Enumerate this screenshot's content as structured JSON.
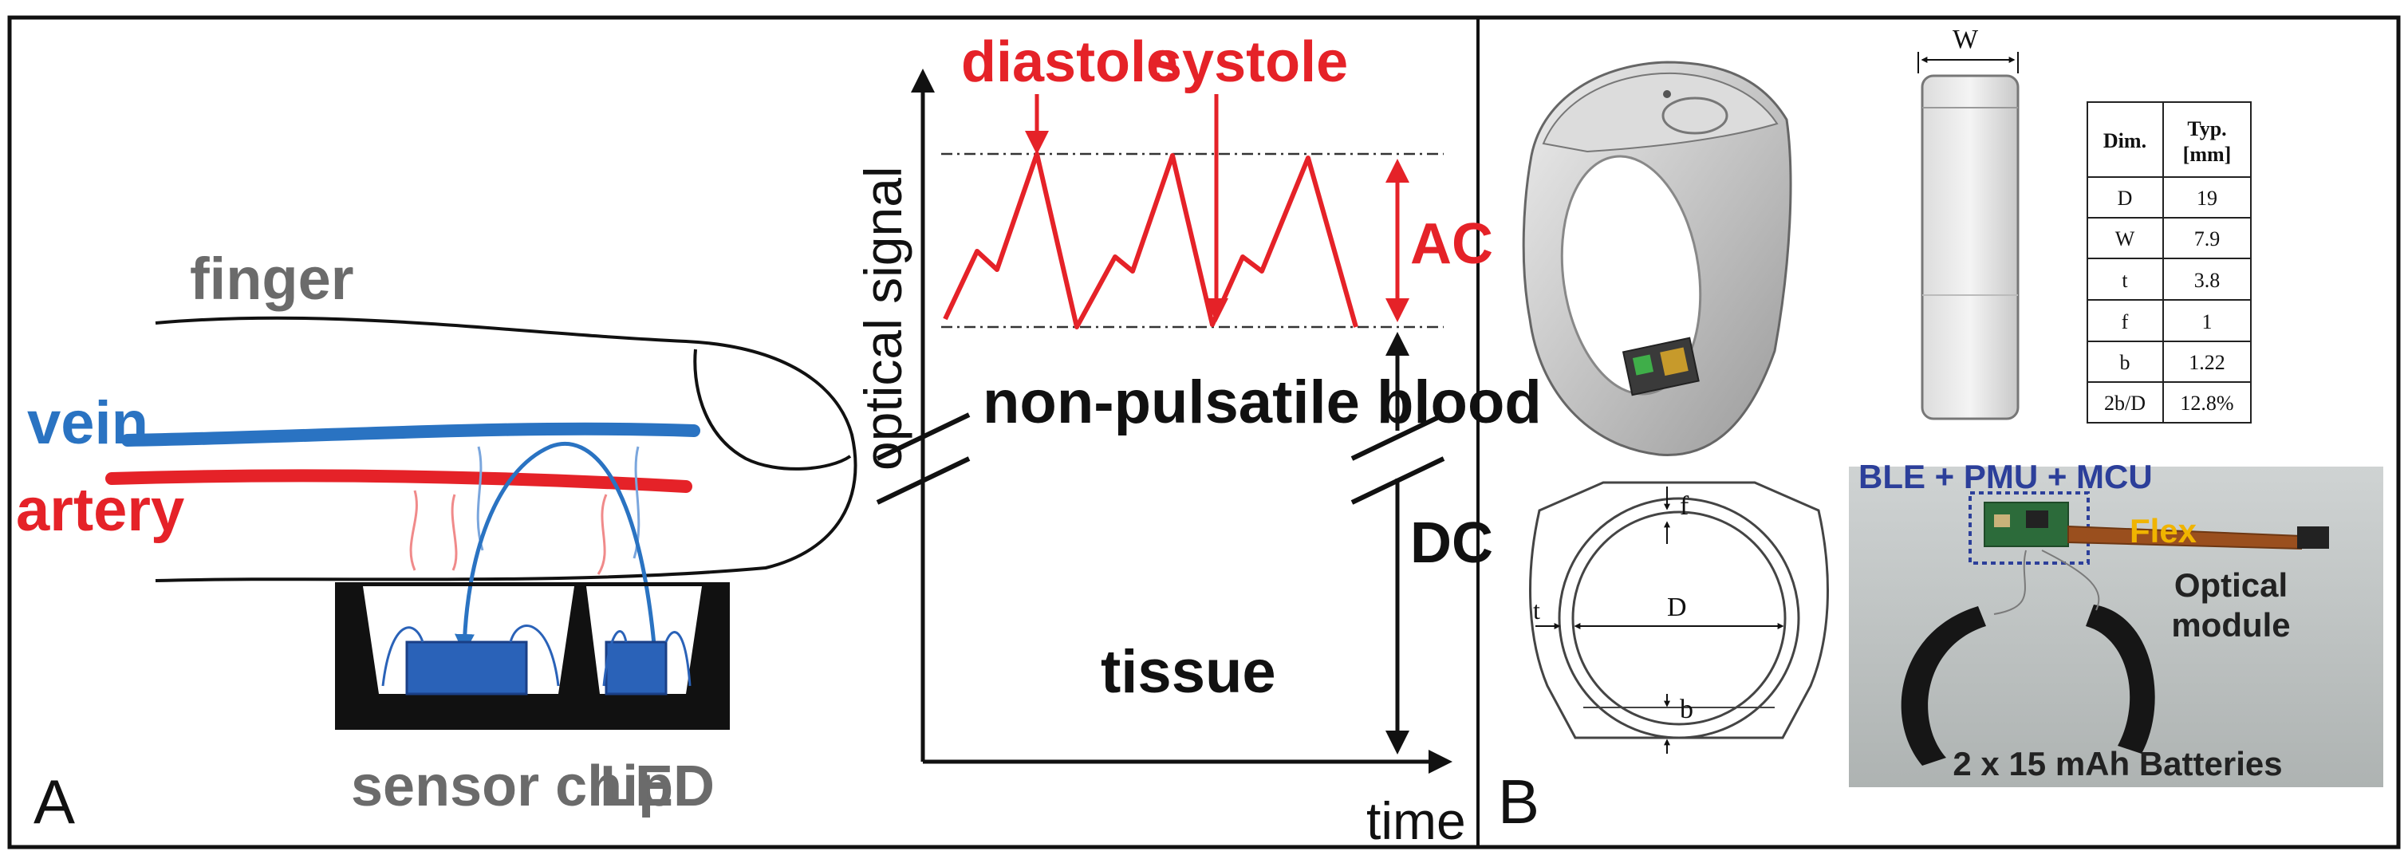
{
  "panel_a": {
    "letter": "A",
    "finger": "finger",
    "vein": "vein",
    "artery": "artery",
    "sensor_chip": "sensor chip",
    "led": "LED",
    "y_axis": "optical signal",
    "x_axis": "time",
    "diastole": "diastole",
    "systole": "systole",
    "ac": "AC",
    "dc": "DC",
    "non_pulsatile": "non-pulsatile blood",
    "tissue": "tissue"
  },
  "panel_b": {
    "letter": "B",
    "w_label": "W",
    "table": {
      "header_dim": "Dim.",
      "header_typ_1": "Typ.",
      "header_typ_2": "[mm]",
      "rows": [
        {
          "dim": "D",
          "typ": "19"
        },
        {
          "dim": "W",
          "typ": "7.9"
        },
        {
          "dim": "t",
          "typ": "3.8"
        },
        {
          "dim": "f",
          "typ": "1"
        },
        {
          "dim": "b",
          "typ": "1.22"
        },
        {
          "dim": "2b/D",
          "typ": "12.8%"
        }
      ]
    },
    "cross_section": {
      "f": "f",
      "d": "D",
      "t": "t",
      "b": "b"
    },
    "photo": {
      "modules": "BLE + PMU + MCU",
      "flex": "Flex",
      "optical_1": "Optical",
      "optical_2": "module",
      "batteries": "2 x 15 mAh Batteries"
    }
  },
  "colors": {
    "red": "#e52228",
    "blue": "#2a73c2",
    "chip_blue": "#2a62b8",
    "dark_blue": "#2c3f9a",
    "gray_label": "#6b6b6b",
    "black": "#111111",
    "flex_label": "#f0b400"
  }
}
